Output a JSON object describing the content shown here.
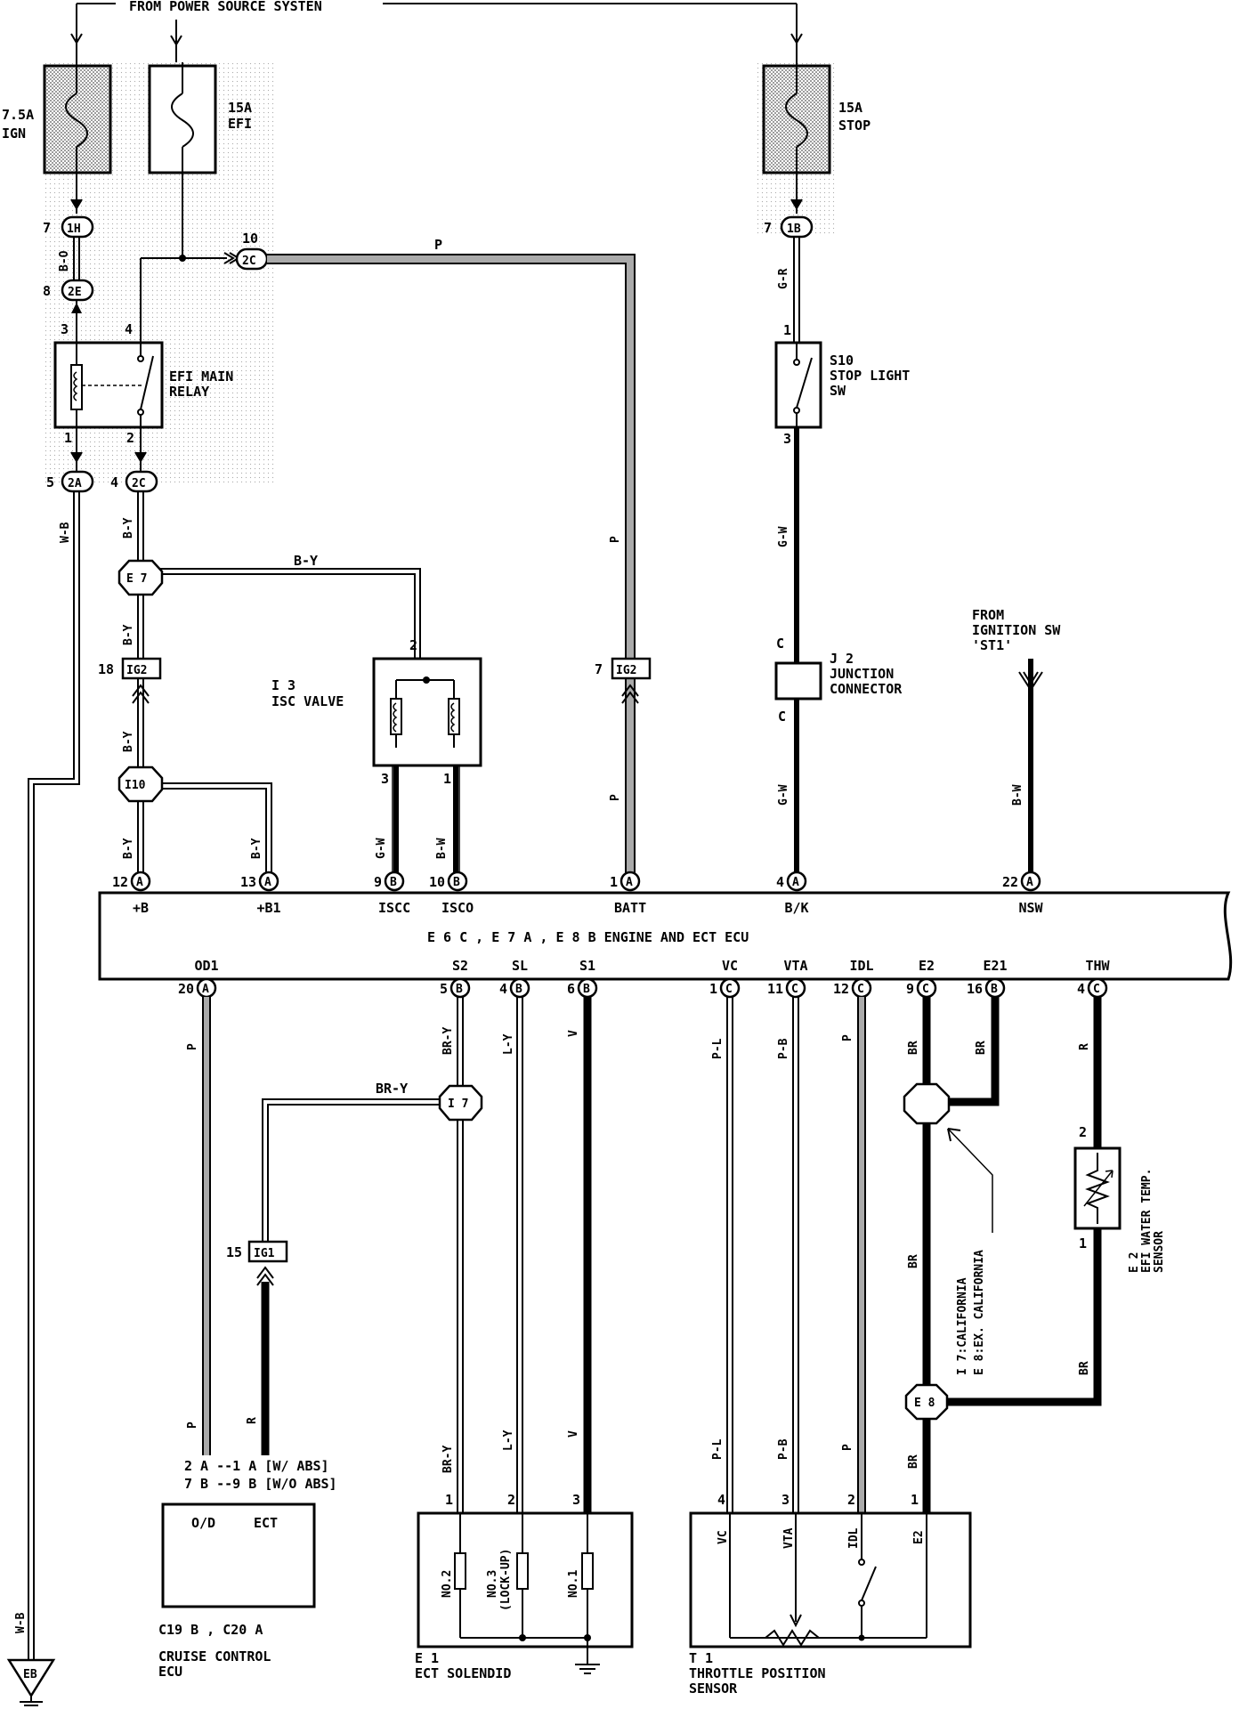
{
  "header": {
    "power_source": "FROM POWER SOURCE SYSTEN"
  },
  "fuses": {
    "ign": {
      "amp": "7.5A",
      "name": "IGN"
    },
    "efi": {
      "amp": "15A",
      "name": "EFI"
    },
    "stop": {
      "amp": "15A",
      "name": "STOP"
    }
  },
  "connectors": {
    "c_1h": {
      "pin": "7",
      "id": "1H"
    },
    "c_1b": {
      "pin": "7",
      "id": "1B"
    },
    "c_2e": {
      "pin": "8",
      "id": "2E"
    },
    "c_2c_top": {
      "pin": "10",
      "id": "2C"
    },
    "c_2a": {
      "pin": "5",
      "id": "2A"
    },
    "c_2c": {
      "pin": "4",
      "id": "2C"
    },
    "ig2_left": {
      "pin": "18",
      "id": "IG2"
    },
    "ig2_right": {
      "pin": "7",
      "id": "IG2"
    },
    "ig1": {
      "pin": "15",
      "id": "IG1"
    }
  },
  "splices": {
    "e7": "E 7",
    "i10": "I10",
    "i7": "I 7",
    "e8": "E 8"
  },
  "relay": {
    "line1": "EFI MAIN",
    "line2": "RELAY",
    "pin3": "3",
    "pin4": "4",
    "pin1": "1",
    "pin2": "2"
  },
  "stop_switch": {
    "line1": "S10",
    "line2": "STOP LIGHT",
    "line3": "SW",
    "pin1": "1",
    "pin3": "3"
  },
  "isc_valve": {
    "line1": "I 3",
    "line2": "ISC VALVE",
    "pin2": "2",
    "pin3": "3",
    "pin1": "1"
  },
  "junction": {
    "line1": "J 2",
    "line2": "JUNCTION",
    "line3": "CONNECTOR",
    "pin_top": "C",
    "pin_bottom": "C"
  },
  "ignition_sw": {
    "line1": "FROM",
    "line2": "IGNITION SW",
    "line3": "'ST1'"
  },
  "wire_colors": {
    "bo": "B-O",
    "wb": "W-B",
    "p": "P",
    "gr": "G-R",
    "gw": "G-W",
    "by": "B-Y",
    "bw": "B-W",
    "bry": "BR-Y",
    "ly": "L-Y",
    "v": "V",
    "pl": "P-L",
    "pb": "P-B",
    "br": "BR",
    "r": "R"
  },
  "ecu": {
    "title": "E 6 C , E 7 A , E 8 B  ENGINE AND ECT ECU",
    "top_pins": [
      {
        "num": "12",
        "conn": "A",
        "name": "+B"
      },
      {
        "num": "13",
        "conn": "A",
        "name": "+B1"
      },
      {
        "num": "9",
        "conn": "B",
        "name": "ISCC"
      },
      {
        "num": "10",
        "conn": "B",
        "name": "ISCO"
      },
      {
        "num": "1",
        "conn": "A",
        "name": "BATT"
      },
      {
        "num": "4",
        "conn": "A",
        "name": "B/K"
      },
      {
        "num": "22",
        "conn": "A",
        "name": "NSW"
      }
    ],
    "bottom_pins": [
      {
        "num": "20",
        "conn": "A",
        "name": "OD1"
      },
      {
        "num": "5",
        "conn": "B",
        "name": "S2"
      },
      {
        "num": "4",
        "conn": "B",
        "name": "SL"
      },
      {
        "num": "6",
        "conn": "B",
        "name": "S1"
      },
      {
        "num": "1",
        "conn": "C",
        "name": "VC"
      },
      {
        "num": "11",
        "conn": "C",
        "name": "VTA"
      },
      {
        "num": "12",
        "conn": "C",
        "name": "IDL"
      },
      {
        "num": "9",
        "conn": "C",
        "name": "E2"
      },
      {
        "num": "16",
        "conn": "B",
        "name": "E21"
      },
      {
        "num": "4",
        "conn": "C",
        "name": "THW"
      }
    ]
  },
  "cruise": {
    "row1": "2 A --1 A [W/ ABS]",
    "row2": "7 B --9 B [W/O ABS]",
    "od": "O/D",
    "ect": "ECT",
    "id": "C19 B , C20 A",
    "line1": "CRUISE CONTROL",
    "line2": "ECU"
  },
  "ect_solenoid": {
    "pin1": "1",
    "pin2": "2",
    "pin3": "3",
    "no2": "NO.2",
    "no3a": "NO.3",
    "no3b": "(LOCK-UP)",
    "no1": "NO.1",
    "id": "E 1",
    "name": "ECT SOLENDID"
  },
  "tps": {
    "pin4": "4",
    "pin3": "3",
    "pin2": "2",
    "pin1": "1",
    "vc": "VC",
    "vta": "VTA",
    "idl": "IDL",
    "e2": "E2",
    "id": "T 1",
    "line1": "THROTTLE POSITION",
    "line2": "SENSOR"
  },
  "water_sensor": {
    "pin2": "2",
    "pin1": "1",
    "line1": "E 2",
    "line2": "EFI WATER TEMP.",
    "line3": "SENSOR"
  },
  "splice_note": {
    "line1": "I 7:CALIFORNIA",
    "line2": "E 8:EX. CALIFORNIA"
  },
  "ground": {
    "id": "EB"
  }
}
